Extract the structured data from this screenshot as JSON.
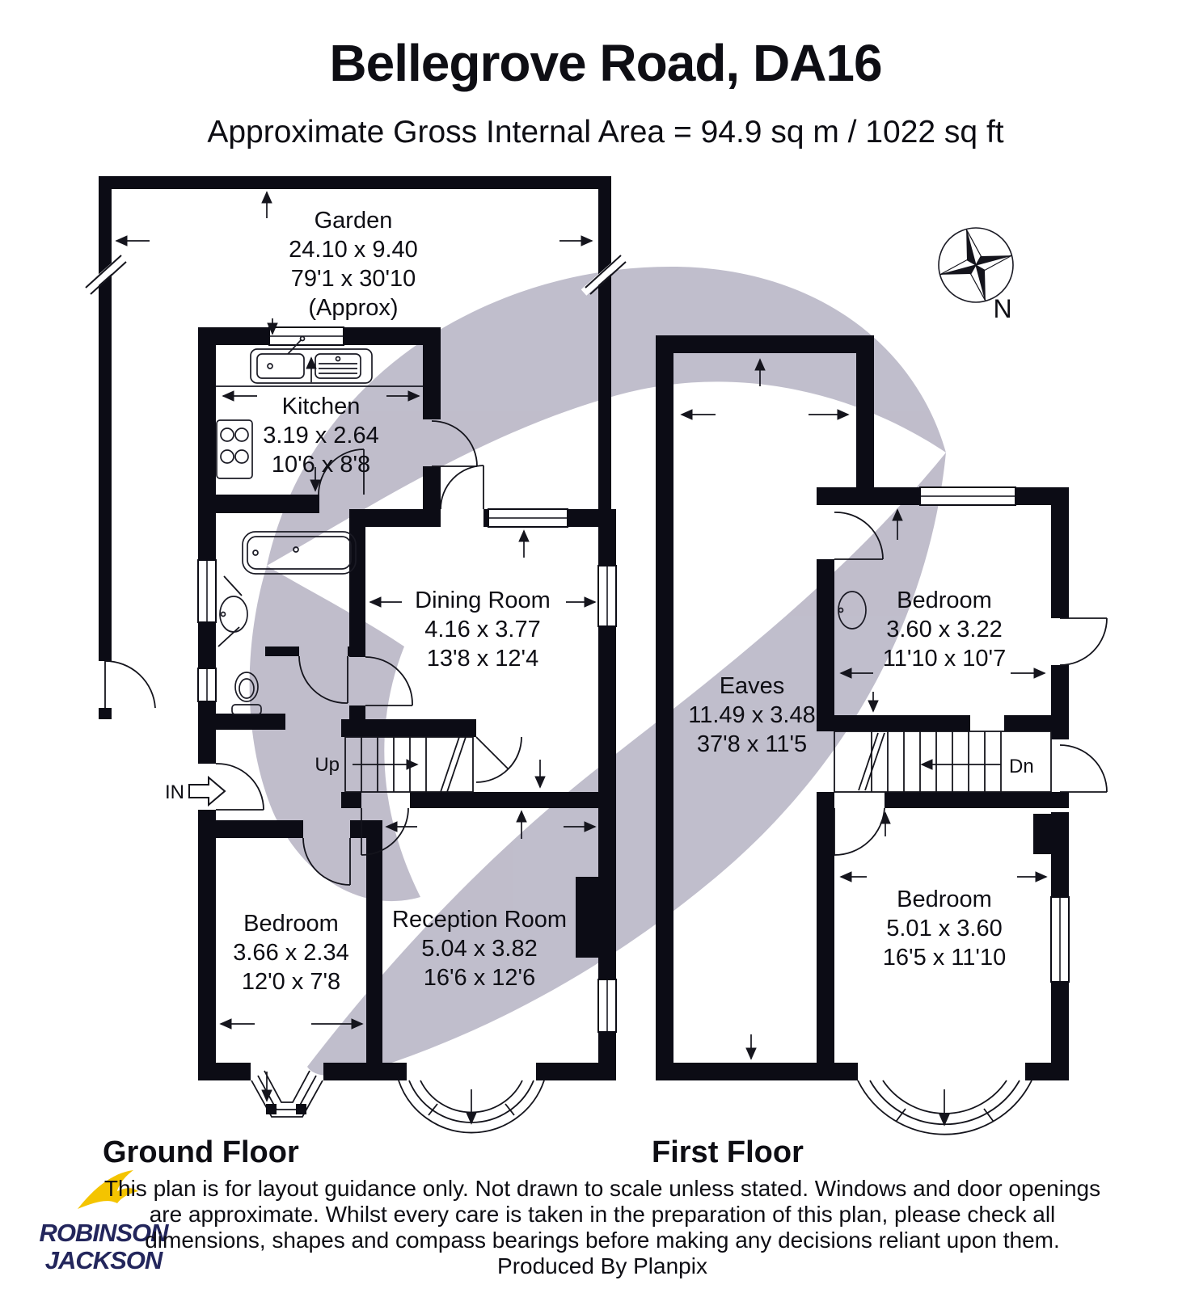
{
  "header": {
    "title": "Bellegrove Road, DA16",
    "subtitle": "Approximate Gross Internal Area = 94.9 sq m / 1022 sq ft"
  },
  "rooms": {
    "garden": {
      "name": "Garden",
      "metric": "24.10 x 9.40",
      "imperial": "79'1 x 30'10",
      "note": "(Approx)"
    },
    "kitchen": {
      "name": "Kitchen",
      "metric": "3.19 x 2.64",
      "imperial": "10'6 x 8'8"
    },
    "dining": {
      "name": "Dining Room",
      "metric": "4.16 x 3.77",
      "imperial": "13'8 x 12'4"
    },
    "bedroom_gf": {
      "name": "Bedroom",
      "metric": "3.66 x 2.34",
      "imperial": "12'0 x 7'8"
    },
    "reception": {
      "name": "Reception Room",
      "metric": "5.04 x 3.82",
      "imperial": "16'6 x 12'6"
    },
    "eaves": {
      "name": "Eaves",
      "metric": "11.49 x 3.48",
      "imperial": "37'8 x 11'5"
    },
    "bedroom_ff1": {
      "name": "Bedroom",
      "metric": "3.60 x 3.22",
      "imperial": "11'10 x 10'7"
    },
    "bedroom_ff2": {
      "name": "Bedroom",
      "metric": "5.01 x 3.60",
      "imperial": "16'5 x 11'10"
    }
  },
  "annotations": {
    "up": "Up",
    "down": "Dn",
    "entrance": "IN"
  },
  "compass": {
    "label": "N"
  },
  "floors": {
    "ground": "Ground Floor",
    "first": "First Floor"
  },
  "footer": {
    "line1": "This plan is for layout guidance only. Not drawn to scale unless stated. Windows and door openings",
    "line2": "are approximate. Whilst every care is taken in the preparation of this plan, please check all",
    "line3": "dimensions, shapes and compass bearings before making any decisions reliant upon them.",
    "line4": "Produced By Planpix"
  },
  "logo": {
    "line1": "ROBINSON",
    "line2": "JACKSON"
  },
  "colors": {
    "wall": "#0c0c15",
    "watermark": "#bdbac9",
    "logo_navy": "#23265c",
    "logo_yellow": "#f4c400"
  }
}
